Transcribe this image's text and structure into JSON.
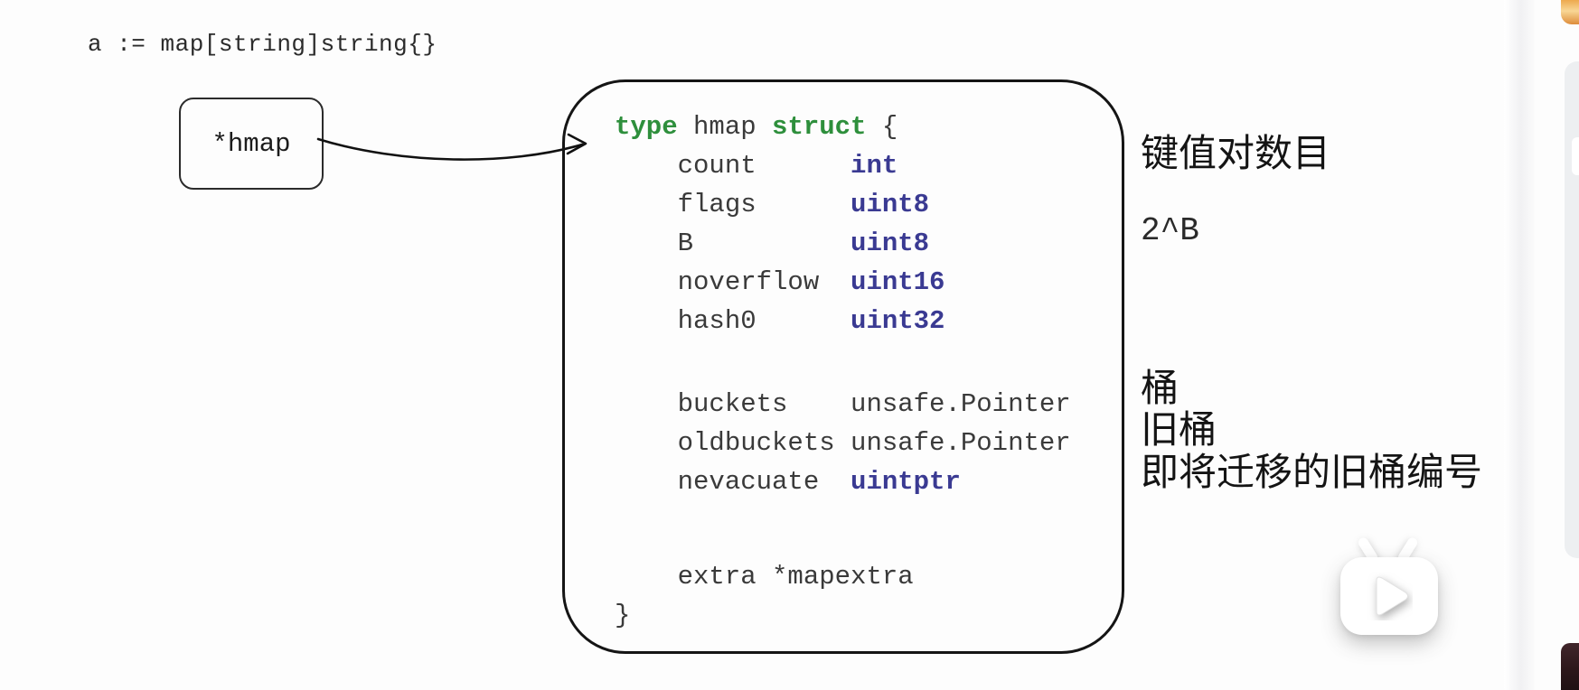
{
  "declaration": "a := map[string]string{}",
  "pointer_box": {
    "label": "*hmap"
  },
  "code": {
    "lines": [
      [
        {
          "t": "type",
          "k": "kw"
        },
        {
          "t": " hmap ",
          "k": "pl"
        },
        {
          "t": "struct",
          "k": "kw"
        },
        {
          "t": " {",
          "k": "pl"
        }
      ],
      [
        {
          "t": "    count      ",
          "k": "pl"
        },
        {
          "t": "int",
          "k": "ty"
        }
      ],
      [
        {
          "t": "    flags      ",
          "k": "pl"
        },
        {
          "t": "uint8",
          "k": "ty"
        }
      ],
      [
        {
          "t": "    B          ",
          "k": "pl"
        },
        {
          "t": "uint8",
          "k": "ty"
        }
      ],
      [
        {
          "t": "    noverflow  ",
          "k": "pl"
        },
        {
          "t": "uint16",
          "k": "ty"
        }
      ],
      [
        {
          "t": "    hash0      ",
          "k": "pl"
        },
        {
          "t": "uint32",
          "k": "ty"
        }
      ],
      [],
      [
        {
          "t": "    buckets    unsafe.Pointer",
          "k": "pl"
        }
      ],
      [
        {
          "t": "    oldbuckets unsafe.Pointer",
          "k": "pl"
        }
      ],
      [
        {
          "t": "    nevacuate  ",
          "k": "pl"
        },
        {
          "t": "uintptr",
          "k": "ty"
        }
      ],
      [],
      [
        {
          "t": "    extra *mapextra",
          "k": "pl"
        }
      ],
      [
        {
          "t": "}",
          "k": "pl"
        }
      ]
    ]
  },
  "annotations": [
    {
      "text": "键值对数目"
    },
    {
      "text": "2^B"
    },
    {
      "text": "桶"
    },
    {
      "text": "旧桶"
    },
    {
      "text": "即将迁移的旧桶编号"
    }
  ],
  "watermark": {
    "icon": "bilibili-tv-play-icon"
  },
  "colors": {
    "keyword_green": "#2e8f3c",
    "type_blue": "#3a3a92",
    "code_plain": "#3a3a3a",
    "box_border": "#151515"
  }
}
